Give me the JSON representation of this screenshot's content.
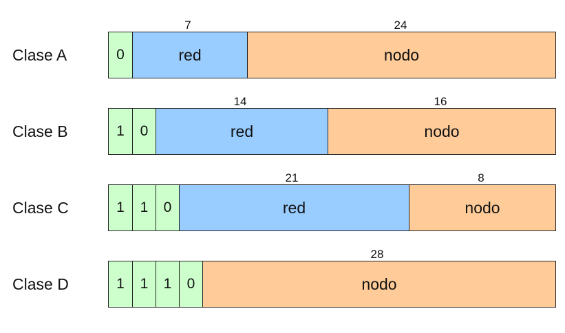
{
  "colors": {
    "bit": "#ccffcc",
    "red": "#99ccff",
    "nodo": "#ffcc99"
  },
  "rows": [
    {
      "label": "Clase A",
      "bits": [
        "0"
      ],
      "red_label": "red",
      "red_bits": "7",
      "nodo_label": "nodo",
      "nodo_bits": "24"
    },
    {
      "label": "Clase B",
      "bits": [
        "1",
        "0"
      ],
      "red_label": "red",
      "red_bits": "14",
      "nodo_label": "nodo",
      "nodo_bits": "16"
    },
    {
      "label": "Clase C",
      "bits": [
        "1",
        "1",
        "0"
      ],
      "red_label": "red",
      "red_bits": "21",
      "nodo_label": "nodo",
      "nodo_bits": "8"
    },
    {
      "label": "Clase D",
      "bits": [
        "1",
        "1",
        "1",
        "0"
      ],
      "nodo_label": "nodo",
      "nodo_bits": "28"
    }
  ]
}
